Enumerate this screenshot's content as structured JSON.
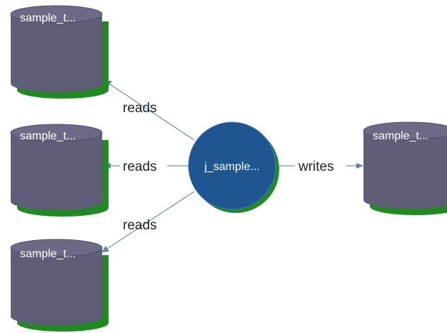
{
  "diagram": {
    "colors": {
      "db_body": "#5f5d78",
      "db_top": "#6c6a86",
      "db_shadow": "#1f8a1f",
      "job_fill": "#1f5591",
      "job_shadow": "#1f8a1f",
      "edge": "#6f93b8"
    },
    "nodes": {
      "job": {
        "label": "j_sample...",
        "shape": "circle",
        "icon": "job-circle"
      },
      "table_top_left": {
        "label": "sample_t...",
        "shape": "database-cylinder"
      },
      "table_mid_left": {
        "label": "sample_t...",
        "shape": "database-cylinder"
      },
      "table_bottom_left": {
        "label": "sample_t...",
        "shape": "database-cylinder"
      },
      "table_right": {
        "label": "sample_t...",
        "shape": "database-cylinder"
      }
    },
    "edges": {
      "to_top_left": {
        "label": "reads",
        "from": "job",
        "to": "table_top_left"
      },
      "to_mid_left": {
        "label": "reads",
        "from": "job",
        "to": "table_mid_left"
      },
      "to_bottom_left": {
        "label": "reads",
        "from": "job",
        "to": "table_bottom_left"
      },
      "to_right": {
        "label": "writes",
        "from": "job",
        "to": "table_right"
      }
    }
  }
}
